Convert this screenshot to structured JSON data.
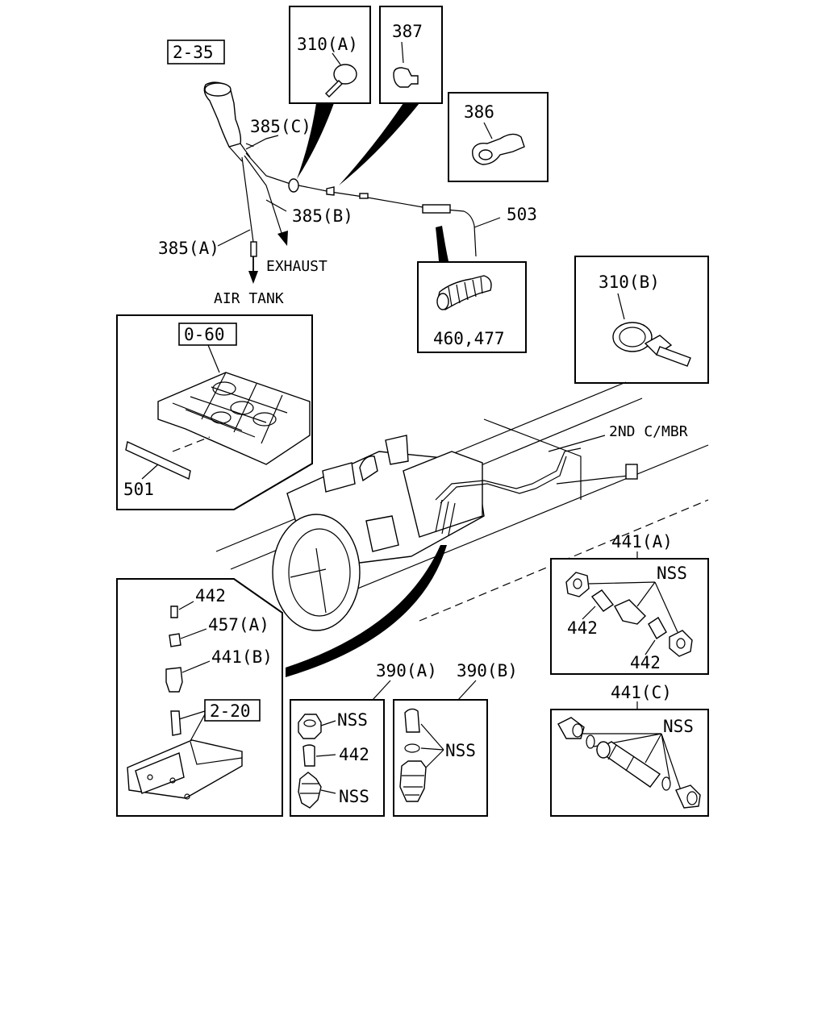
{
  "refs": {
    "r235": "2-35",
    "r060": "0-60",
    "r220": "2-20"
  },
  "labels": {
    "l310a": "310(A)",
    "l387": "387",
    "l386": "386",
    "l385c": "385(C)",
    "l385b": "385(B)",
    "l385a": "385(A)",
    "l503": "503",
    "exhaust": "EXHAUST",
    "airtank": "AIR TANK",
    "l460": "460,477",
    "l310b": "310(B)",
    "l501": "501",
    "crossmember": "2ND C/MBR",
    "l441a": "441(A)",
    "nss_441a": "NSS",
    "l442_a1": "442",
    "l442_a2": "442",
    "l442_b": "442",
    "l457a": "457(A)",
    "l441b": "441(B)",
    "l390a": "390(A)",
    "l390b": "390(B)",
    "nss_390a_1": "NSS",
    "l442_c": "442",
    "nss_390a_2": "NSS",
    "nss_390b": "NSS",
    "l441c": "441(C)",
    "nss_441c": "NSS"
  }
}
